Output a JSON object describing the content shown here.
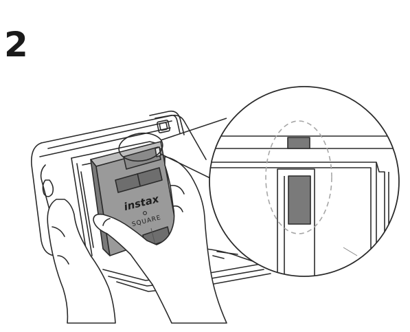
{
  "step": {
    "number": "2"
  },
  "film_pack": {
    "brand": "instax",
    "model": "SQUARE"
  },
  "colors": {
    "outline": "#2a2a2a",
    "film_body": "#9a9a9a",
    "film_dark": "#5c5c5c",
    "guide": "#a6a6a6",
    "marker_fill": "#7a7a7a"
  }
}
